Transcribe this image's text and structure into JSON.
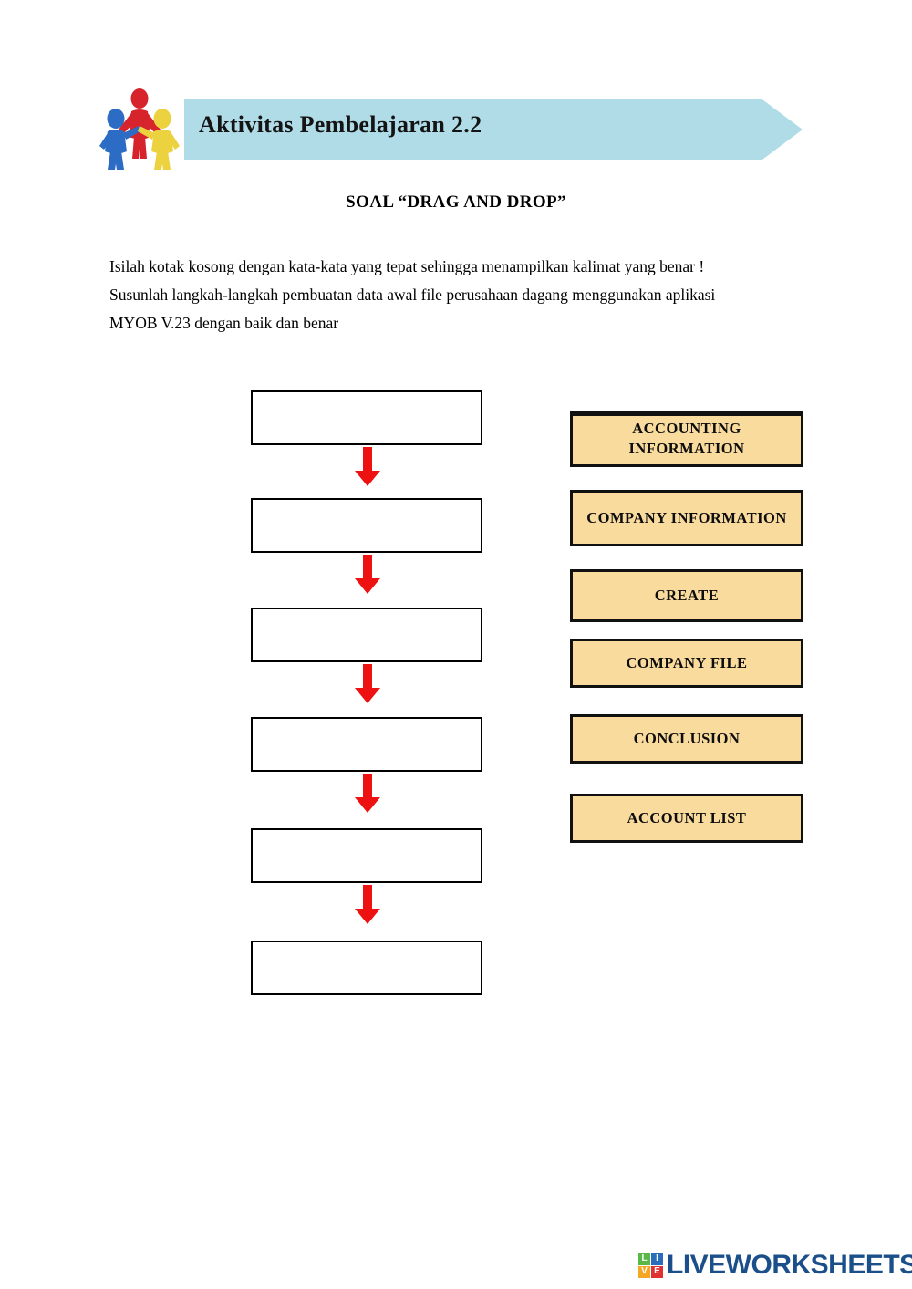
{
  "header": {
    "title": "Aktivitas Pembelajaran 2.2",
    "banner_color": "#b0dce7",
    "logo_icon": "three-people-holding-hands-icon"
  },
  "heading": "SOAL “DRAG AND DROP”",
  "instructions": {
    "line1": "Isilah kotak kosong dengan kata-kata yang tepat sehingga menampilkan kalimat yang benar !",
    "line2": "Susunlah langkah-langkah pembuatan data awal file perusahaan dagang menggunakan aplikasi",
    "line3": "MYOB V.23 dengan baik dan benar"
  },
  "flowchart": {
    "arrow_color": "#ee1111",
    "box_fill": "#ffffff",
    "box_border": "#000000",
    "boxes": [
      {
        "value": "",
        "placeholder": ""
      },
      {
        "value": "",
        "placeholder": ""
      },
      {
        "value": "",
        "placeholder": ""
      },
      {
        "value": "",
        "placeholder": ""
      },
      {
        "value": "",
        "placeholder": ""
      },
      {
        "value": "",
        "placeholder": ""
      }
    ]
  },
  "options": {
    "fill_color": "#fadb9e",
    "border_color": "#111111",
    "items": [
      {
        "label": "ACCOUNTING INFORMATION"
      },
      {
        "label": "COMPANY INFORMATION"
      },
      {
        "label": "CREATE"
      },
      {
        "label": "COMPANY FILE"
      },
      {
        "label": "CONCLUSION"
      },
      {
        "label": "ACCOUNT LIST"
      }
    ]
  },
  "footer": {
    "logo_tiles": [
      "L",
      "I",
      "V",
      "E"
    ],
    "wordmark": "LIVEWORKSHEETS",
    "wordmark_color": "#1b4f8a"
  }
}
